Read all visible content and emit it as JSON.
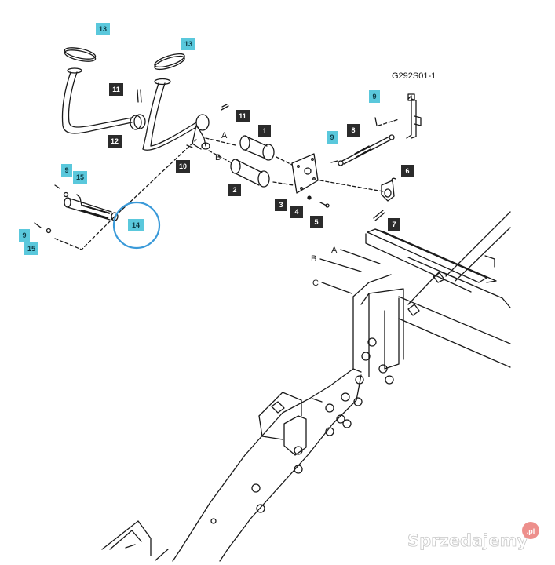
{
  "diagram": {
    "code": "G292S01-1",
    "colors": {
      "dark_tag": "#2b2b2b",
      "cyan_tag": "#5ac8dc",
      "highlight_ring": "#3a9ad9",
      "line": "#1a1a1a"
    },
    "part_tags": [
      {
        "id": "13a",
        "label": "13",
        "style": "cyan"
      },
      {
        "id": "13b",
        "label": "13",
        "style": "cyan"
      },
      {
        "id": "11a",
        "label": "11",
        "style": "dark"
      },
      {
        "id": "11b",
        "label": "11",
        "style": "dark"
      },
      {
        "id": "12",
        "label": "12",
        "style": "dark"
      },
      {
        "id": "10",
        "label": "10",
        "style": "dark"
      },
      {
        "id": "1",
        "label": "1",
        "style": "dark"
      },
      {
        "id": "2",
        "label": "2",
        "style": "dark"
      },
      {
        "id": "3",
        "label": "3",
        "style": "dark"
      },
      {
        "id": "4",
        "label": "4",
        "style": "dark"
      },
      {
        "id": "5",
        "label": "5",
        "style": "dark"
      },
      {
        "id": "6",
        "label": "6",
        "style": "dark"
      },
      {
        "id": "7",
        "label": "7",
        "style": "dark"
      },
      {
        "id": "8",
        "label": "8",
        "style": "dark"
      },
      {
        "id": "9a",
        "label": "9",
        "style": "cyan"
      },
      {
        "id": "9b",
        "label": "9",
        "style": "cyan"
      },
      {
        "id": "9c",
        "label": "9",
        "style": "cyan"
      },
      {
        "id": "9d",
        "label": "9",
        "style": "cyan"
      },
      {
        "id": "15a",
        "label": "15",
        "style": "cyan"
      },
      {
        "id": "15b",
        "label": "15",
        "style": "cyan"
      },
      {
        "id": "14",
        "label": "14",
        "style": "cyan"
      }
    ],
    "letters": [
      "A",
      "B",
      "A",
      "B",
      "C"
    ]
  },
  "watermark": {
    "text": "Sprzedajemy",
    "badge": ".pl"
  }
}
